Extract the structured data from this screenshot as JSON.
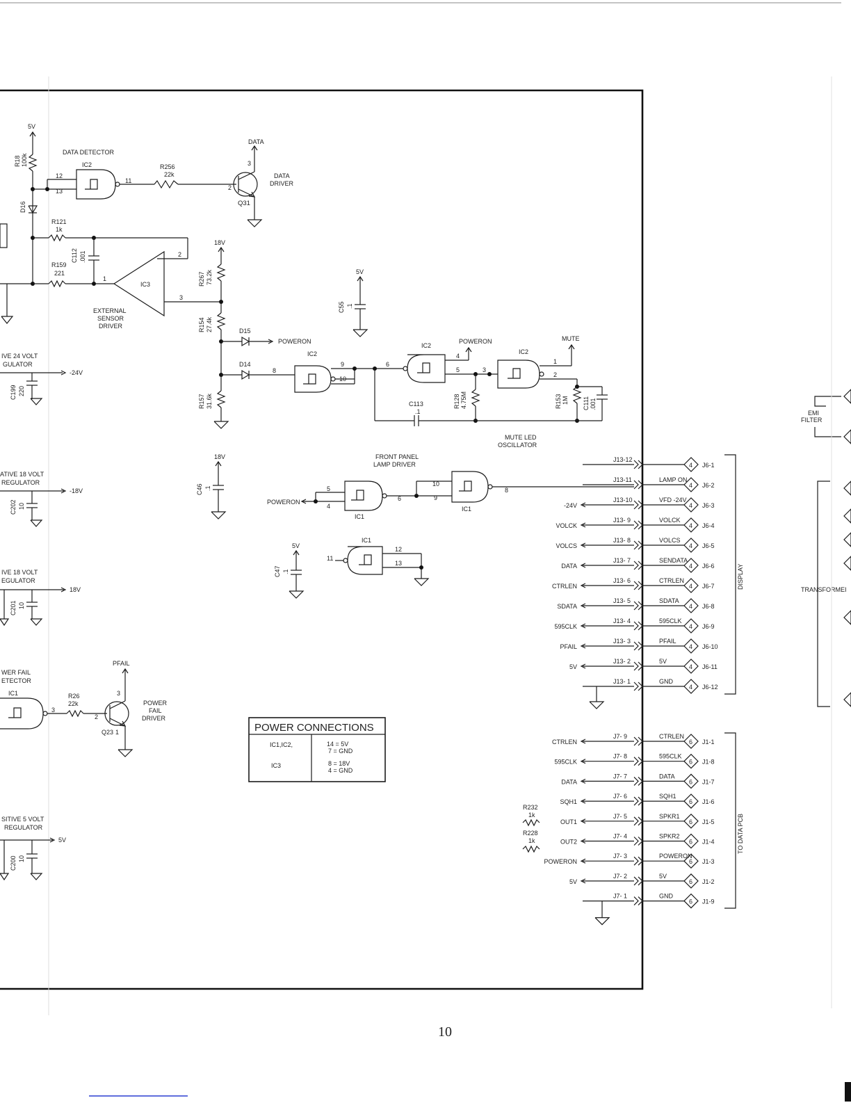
{
  "page": {
    "number": "10"
  },
  "power_connections": {
    "title": "POWER CONNECTIONS",
    "rows": [
      {
        "part": "IC1,IC2,",
        "pins": [
          "14 = 5V",
          "7 = GND"
        ]
      },
      {
        "part": "IC3",
        "pins": [
          "8 = 18V",
          "4 = GND"
        ]
      }
    ]
  },
  "blocks": {
    "data_detector": "DATA DETECTOR",
    "data_driver": [
      "DATA",
      "DRIVER"
    ],
    "external_sensor": [
      "EXTERNAL",
      "SENSOR",
      "DRIVER"
    ],
    "mute_led": [
      "MUTE LED",
      "OSCILLATOR"
    ],
    "lamp_driver": [
      "FRONT PANEL",
      "LAMP DRIVER"
    ],
    "power_fail_driver": [
      "POWER",
      "FAIL",
      "DRIVER"
    ],
    "neg24_reg": [
      "IVE 24 VOLT",
      "GULATOR"
    ],
    "neg18_reg": [
      "ATIVE 18 VOLT",
      "REGULATOR"
    ],
    "pos18_reg": [
      "IVE 18 VOLT",
      "EGULATOR"
    ],
    "power_fail_det": [
      "WER FAIL",
      "ETECTOR"
    ],
    "pos5_reg": [
      "SITIVE 5 VOLT",
      "REGULATOR"
    ],
    "emi": [
      "EMI",
      "FILTER"
    ],
    "transformer": "TRANSFORMEI"
  },
  "nets": {
    "v5": "5V",
    "v18": "18V",
    "vneg24": "-24V",
    "vneg18": "-18V",
    "data": "DATA",
    "poweron": "POWERON",
    "mute": "MUTE",
    "pfail": "PFAIL"
  },
  "parts": {
    "r18": [
      "R18",
      "100k"
    ],
    "d16": "D16",
    "r121": [
      "R121",
      "1k"
    ],
    "r159": [
      "R159",
      "221"
    ],
    "c112": [
      "C112",
      ".001"
    ],
    "r256": [
      "R256",
      "22k"
    ],
    "q31": "Q31",
    "ic3": "IC3",
    "r267": [
      "R267",
      "73.2k"
    ],
    "r154": [
      "R154",
      "27.4k"
    ],
    "r157": [
      "R157",
      "31.6k"
    ],
    "d15": "D15",
    "d14": "D14",
    "c55": [
      "C55",
      ".1"
    ],
    "c113": [
      "C113",
      ".1"
    ],
    "r128": [
      "R128",
      "4.75M"
    ],
    "r153": [
      "R153",
      "1M"
    ],
    "c111": [
      "C111",
      ".001"
    ],
    "c199": [
      "C199",
      "220"
    ],
    "c202": [
      "C202",
      "10"
    ],
    "c201": [
      "C201",
      "10"
    ],
    "c200": [
      "C200",
      "10"
    ],
    "c46": [
      "C46",
      ".1"
    ],
    "c47": [
      "C47",
      ".1"
    ],
    "r26": [
      "R26",
      "22k"
    ],
    "q23": "Q23",
    "r232": [
      "R232",
      "1k"
    ],
    "r228": [
      "R228",
      "1k"
    ],
    "ic1": "IC1",
    "ic2": "IC2"
  },
  "display_connector": {
    "label": "DISPLAY",
    "pins": [
      {
        "j13": "J13-12",
        "signal": "",
        "net": "",
        "j6": "J6-1",
        "num": "4"
      },
      {
        "j13": "J13-11",
        "signal": "LAMP ON",
        "net": "",
        "j6": "J6-2",
        "num": "4"
      },
      {
        "j13": "J13-10",
        "signal": "VFD -24V",
        "net": "-24V",
        "j6": "J6-3",
        "num": "4"
      },
      {
        "j13": "J13- 9",
        "signal": "VOLCK",
        "net": "VOLCK",
        "j6": "J6-4",
        "num": "4"
      },
      {
        "j13": "J13- 8",
        "signal": "VOLCS",
        "net": "VOLCS",
        "j6": "J6-5",
        "num": "4"
      },
      {
        "j13": "J13- 7",
        "signal": "SENDATA",
        "net": "DATA",
        "j6": "J6-6",
        "num": "4"
      },
      {
        "j13": "J13- 6",
        "signal": "CTRLEN",
        "net": "CTRLEN",
        "j6": "J6-7",
        "num": "4"
      },
      {
        "j13": "J13- 5",
        "signal": "SDATA",
        "net": "SDATA",
        "j6": "J6-8",
        "num": "4"
      },
      {
        "j13": "J13- 4",
        "signal": "595CLK",
        "net": "595CLK",
        "j6": "J6-9",
        "num": "4"
      },
      {
        "j13": "J13- 3",
        "signal": "PFAIL",
        "net": "PFAIL",
        "j6": "J6-10",
        "num": "4"
      },
      {
        "j13": "J13- 2",
        "signal": "5V",
        "net": "5V",
        "j6": "J6-11",
        "num": "4"
      },
      {
        "j13": "J13- 1",
        "signal": "GND",
        "net": "",
        "j6": "J6-12",
        "num": "4"
      }
    ]
  },
  "data_connector": {
    "label": "TO DATA PCB",
    "pins": [
      {
        "j7": "J7- 9",
        "signal": "CTRLEN",
        "net": "CTRLEN",
        "j1": "J1-1",
        "num": "6"
      },
      {
        "j7": "J7- 8",
        "signal": "595CLK",
        "net": "595CLK",
        "j1": "J1-8",
        "num": "6"
      },
      {
        "j7": "J7- 7",
        "signal": "DATA",
        "net": "DATA",
        "j1": "J1-7",
        "num": "6"
      },
      {
        "j7": "J7- 6",
        "signal": "SQH1",
        "net": "SQH1",
        "j1": "J1-6",
        "num": "6"
      },
      {
        "j7": "J7- 5",
        "signal": "SPKR1",
        "net": "OUT1",
        "j1": "J1-5",
        "num": "6"
      },
      {
        "j7": "J7- 4",
        "signal": "SPKR2",
        "net": "OUT2",
        "j1": "J1-4",
        "num": "6"
      },
      {
        "j7": "J7- 3",
        "signal": "POWERON",
        "net": "POWERON",
        "j1": "J1-3",
        "num": "6"
      },
      {
        "j7": "J7- 2",
        "signal": "5V",
        "net": "5V",
        "j1": "J1-2",
        "num": "6"
      },
      {
        "j7": "J7- 1",
        "signal": "GND",
        "net": "",
        "j1": "J1-9",
        "num": "6"
      }
    ]
  },
  "pins": {
    "n1": "1",
    "n2": "2",
    "n3": "3",
    "n4": "4",
    "n5": "5",
    "n6": "6",
    "n8": "8",
    "n9": "9",
    "n10": "10",
    "n11": "11",
    "n12": "12",
    "n13": "13"
  },
  "colors": {
    "ink": "#1c1c1c",
    "paper": "#ffffff",
    "link": "#2a3fd0"
  }
}
